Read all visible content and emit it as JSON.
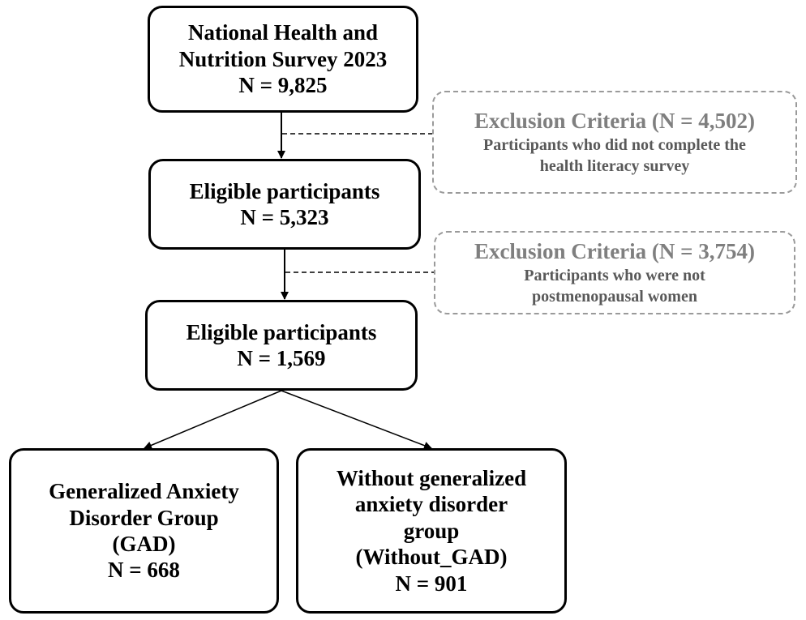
{
  "nodes": {
    "survey": {
      "lines": [
        "National Health and",
        "Nutrition Survey 2023",
        "N = 9,825"
      ]
    },
    "eligible_1": {
      "lines": [
        "Eligible participants",
        "N = 5,323"
      ]
    },
    "eligible_2": {
      "lines": [
        "Eligible participants",
        "N = 1,569"
      ]
    },
    "gad": {
      "lines": [
        "Generalized Anxiety",
        "Disorder Group",
        "(GAD)",
        "N = 668"
      ]
    },
    "without_gad": {
      "lines": [
        "Without generalized",
        "anxiety disorder",
        "group",
        "(Without_GAD)",
        "N = 901"
      ]
    }
  },
  "exclusions": {
    "first": {
      "title": "Exclusion Criteria (N = 4,502)",
      "desc_lines": [
        "Participants who did not complete the",
        "health literacy survey"
      ]
    },
    "second": {
      "title": "Exclusion Criteria (N = 3,754)",
      "desc_lines": [
        "Participants who were not",
        "postmenopausal women"
      ]
    }
  },
  "colors": {
    "box_border": "#000000",
    "dashed_border": "#9a9a9a",
    "exclusion_title": "#7f7f7f",
    "exclusion_text": "#595959"
  }
}
